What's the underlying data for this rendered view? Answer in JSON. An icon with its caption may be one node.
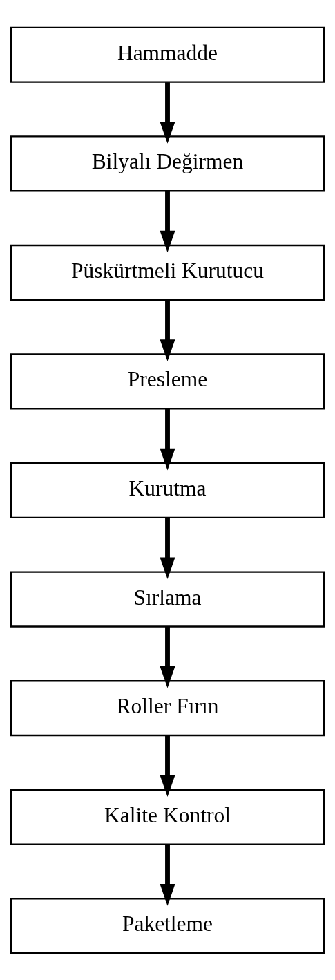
{
  "diagram": {
    "nodes": [
      {
        "text": [
          "Hammadde"
        ]
      },
      {
        "text": [
          "Bilyalı Değirmen"
        ]
      },
      {
        "text": [
          "Püskürtmeli Kurutucu"
        ]
      },
      {
        "text": [
          "Presleme"
        ]
      },
      {
        "text": [
          "Kurutma"
        ]
      },
      {
        "text": [
          "Sırlama"
        ]
      },
      {
        "text": [
          "Roller Fırın"
        ]
      },
      {
        "text": [
          "Kalite Kontrol"
        ]
      },
      {
        "text": [
          "Paketleme"
        ]
      }
    ],
    "edges": [
      {
        "from": 0,
        "to": 1,
        "arrow": "to"
      },
      {
        "from": 1,
        "to": 2,
        "arrow": "to"
      },
      {
        "from": 2,
        "to": 3,
        "arrow": "to"
      },
      {
        "from": 3,
        "to": 4,
        "arrow": "to"
      },
      {
        "from": 4,
        "to": 5,
        "arrow": "to"
      },
      {
        "from": 5,
        "to": 6,
        "arrow": "to"
      },
      {
        "from": 6,
        "to": 7,
        "arrow": "to"
      },
      {
        "from": 7,
        "to": 8,
        "arrow": "to"
      }
    ]
  }
}
